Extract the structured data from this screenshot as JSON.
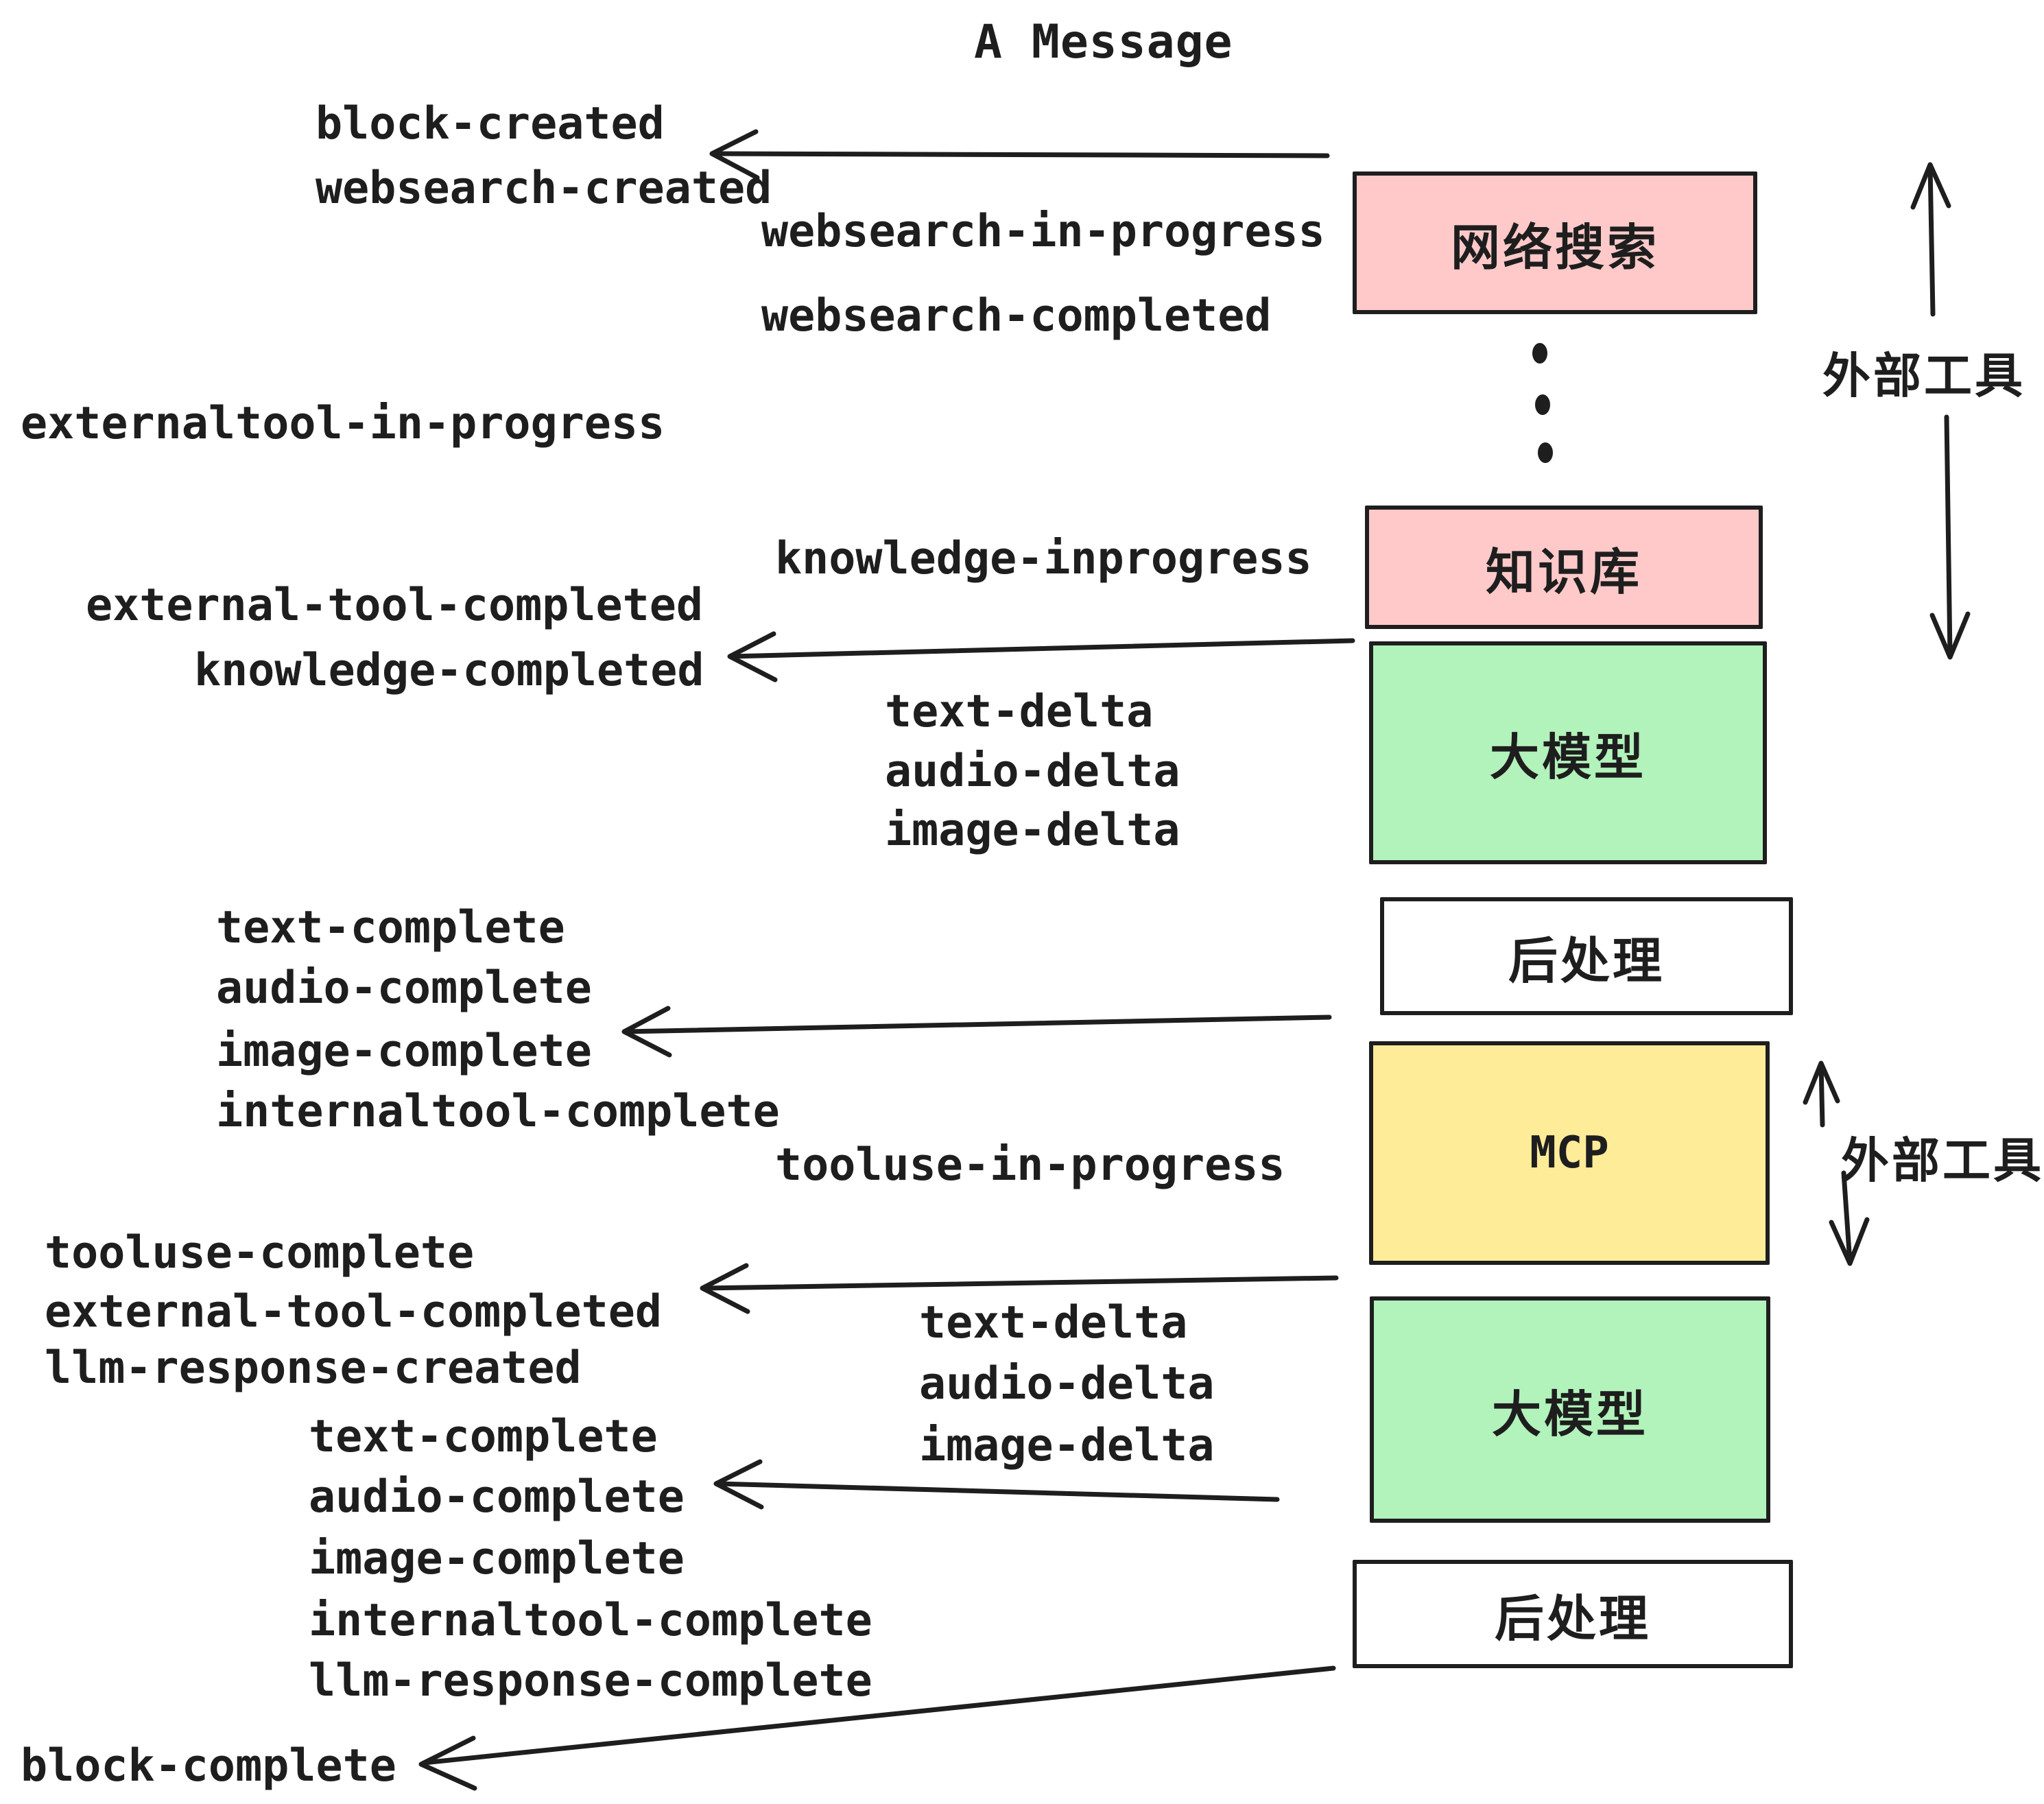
{
  "title": "A Message",
  "colors": {
    "stroke": "#1e1e1e",
    "pink": "#ffc9c9",
    "green": "#b2f2bb",
    "yellow": "#ffec99",
    "white": "#ffffff",
    "background": "#ffffff"
  },
  "events": [
    {
      "id": "block-created",
      "text": "block-created"
    },
    {
      "id": "websearch-created",
      "text": "websearch-created"
    },
    {
      "id": "websearch-in-progress",
      "text": "websearch-in-progress"
    },
    {
      "id": "websearch-completed",
      "text": "websearch-completed"
    },
    {
      "id": "externaltool-in-progress",
      "text": "externaltool-in-progress"
    },
    {
      "id": "knowledge-inprogress",
      "text": "knowledge-inprogress"
    },
    {
      "id": "external-tool-completed",
      "text": "external-tool-completed"
    },
    {
      "id": "knowledge-completed",
      "text": "knowledge-completed"
    },
    {
      "id": "text-delta-1",
      "text": "text-delta"
    },
    {
      "id": "audio-delta-1",
      "text": "audio-delta"
    },
    {
      "id": "image-delta-1",
      "text": "image-delta"
    },
    {
      "id": "text-complete-1",
      "text": "text-complete"
    },
    {
      "id": "audio-complete-1",
      "text": "audio-complete"
    },
    {
      "id": "image-complete-1",
      "text": "image-complete"
    },
    {
      "id": "internaltool-complete-1",
      "text": "internaltool-complete"
    },
    {
      "id": "tooluse-in-progress",
      "text": "tooluse-in-progress"
    },
    {
      "id": "tooluse-complete",
      "text": "tooluse-complete"
    },
    {
      "id": "external-tool-completed-2",
      "text": "external-tool-completed"
    },
    {
      "id": "llm-response-created",
      "text": "llm-response-created"
    },
    {
      "id": "text-delta-2",
      "text": "text-delta"
    },
    {
      "id": "audio-delta-2",
      "text": "audio-delta"
    },
    {
      "id": "image-delta-2",
      "text": "image-delta"
    },
    {
      "id": "text-complete-2",
      "text": "text-complete"
    },
    {
      "id": "audio-complete-2",
      "text": "audio-complete"
    },
    {
      "id": "image-complete-2",
      "text": "image-complete"
    },
    {
      "id": "internaltool-complete-2",
      "text": "internaltool-complete"
    },
    {
      "id": "llm-response-complete",
      "text": "llm-response-complete"
    },
    {
      "id": "block-complete",
      "text": "block-complete"
    }
  ],
  "boxes": [
    {
      "id": "websearch",
      "label": "网络搜索",
      "color": "#ffc9c9"
    },
    {
      "id": "knowledge",
      "label": "知识库",
      "color": "#ffc9c9"
    },
    {
      "id": "llm-1",
      "label": "大模型",
      "color": "#b2f2bb"
    },
    {
      "id": "post-1",
      "label": "后处理",
      "color": "#ffffff"
    },
    {
      "id": "mcp",
      "label": "MCP",
      "color": "#ffec99"
    },
    {
      "id": "llm-2",
      "label": "大模型",
      "color": "#b2f2bb"
    },
    {
      "id": "post-2",
      "label": "后处理",
      "color": "#ffffff"
    }
  ],
  "side_labels": [
    {
      "id": "external-tools-1",
      "label": "外部工具"
    },
    {
      "id": "external-tools-2",
      "label": "外部工具"
    }
  ]
}
